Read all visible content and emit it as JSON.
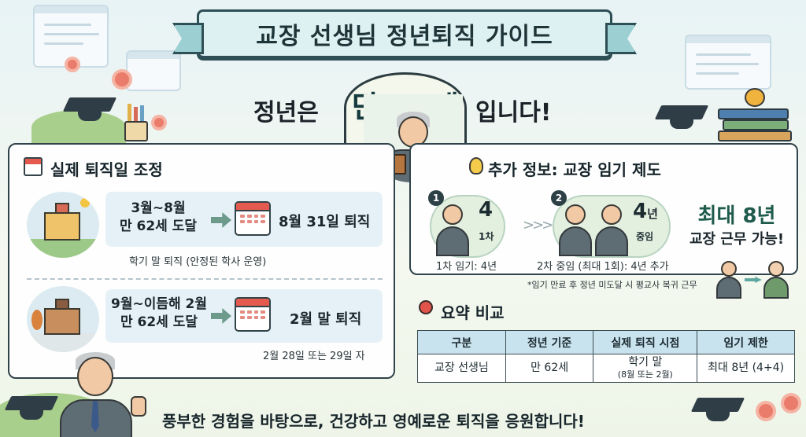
{
  "banner": {
    "title": "교장 선생님 정년퇴직 가이드"
  },
  "headline": {
    "prefix": "정년은",
    "age": "만 62세",
    "suffix": "입니다!"
  },
  "retirement_adjustment": {
    "title": "실제 퇴직일 조정",
    "case1": {
      "condition_line1": "3월~8월",
      "condition_line2": "만 62세 도달",
      "result": "8월 31일 퇴직",
      "note": "학기 말 퇴직 (안정된 학사 운영)"
    },
    "case2": {
      "condition_line1": "9월~이듬해 2월",
      "condition_line2": "만 62세 도달",
      "result": "2월 말 퇴직",
      "note": "2월 28일 또는 29일 자"
    }
  },
  "term_system": {
    "title": "추가 정보: 교장 임기 제도",
    "first": {
      "number": "1",
      "big": "4",
      "small": "1차",
      "caption": "1차 임기: 4년"
    },
    "chevrons": ">>>",
    "second": {
      "number": "2",
      "big": "4",
      "big_unit": "년",
      "small": "중임",
      "caption": "2차 중임 (최대 1회): 4년 추가"
    },
    "max_line1": "최대 8년",
    "max_line2": "교장 근무 가능!",
    "footnote": "*임기 만료 후 정년 미도달 시 평교사 복귀 근무"
  },
  "summary": {
    "title": "요약 비교",
    "headers": [
      "구분",
      "정년 기준",
      "실제 퇴직 시점",
      "임기 제한"
    ],
    "row": {
      "category": "교장 선생님",
      "age": "만 62세",
      "timing_main": "학기 말",
      "timing_sub": "(8월 또는 2월)",
      "term_limit": "최대 8년 (4+4)"
    }
  },
  "bottom_message": "풍부한 경험을 바탕으로, 건강하고 영예로운 퇴직을 응원합니다!",
  "colors": {
    "accent": "#1f5b4c",
    "banner_bg": "#ddf0f2",
    "table_header": "#c9e3ee",
    "calendar_top": "#e45a4e"
  }
}
